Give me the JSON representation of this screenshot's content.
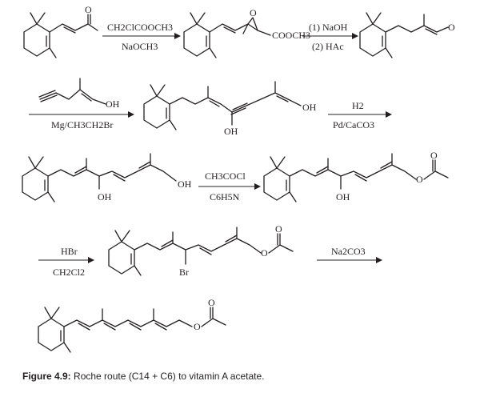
{
  "caption": {
    "label": "Figure 4.9:",
    "text": "Roche route (C14 + C6) to vitamin A acetate."
  },
  "reagents": {
    "step1_top": "CH2ClCOOCH3",
    "step1_bottom": "NaOCH3",
    "step2_top": "(1) NaOH",
    "step2_bottom": "(2) HAc",
    "step3_bottom": "Mg/CH3CH2Br",
    "step4_top": "H2",
    "step4_bottom": "Pd/CaCO3",
    "step5_top": "CH3COCl",
    "step5_bottom": "C6H5N",
    "step6_top": "HBr",
    "step6_bottom": "CH2Cl2",
    "step7_top": "Na2CO3"
  },
  "atom_labels": {
    "oxygen": "O",
    "ester_group": "COOCH3",
    "hydroxyl": "OH",
    "bromine": "Br"
  }
}
